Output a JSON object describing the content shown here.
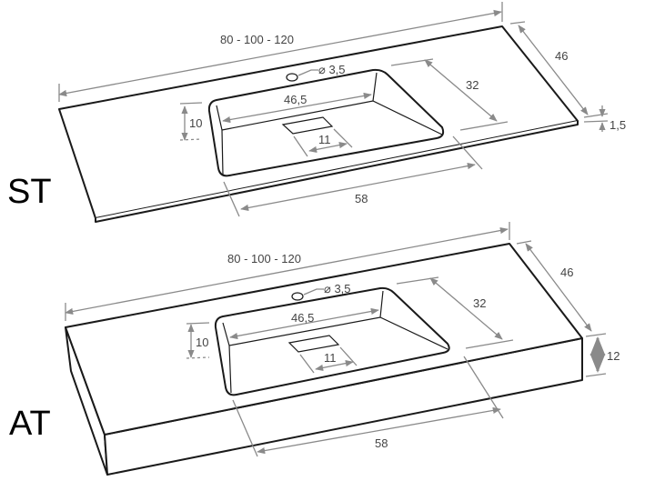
{
  "diagrams": [
    {
      "label": "ST",
      "width": "80  -  100  -  120",
      "depth": "46",
      "thickness": "1,5",
      "hole": "⌀ 3,5",
      "basin_width": "46,5",
      "basin_depth": "32",
      "basin_height": "10",
      "drain": "11",
      "basin_offset": "58"
    },
    {
      "label": "AT",
      "width": "80  -  100  -  120",
      "depth": "46",
      "thickness": "12",
      "hole": "⌀ 3,5",
      "basin_width": "46,5",
      "basin_depth": "32",
      "basin_height": "10",
      "drain": "11",
      "basin_offset": "58"
    }
  ],
  "colors": {
    "outline": "#1a1a1a",
    "dimension": "#8a8a8a"
  }
}
